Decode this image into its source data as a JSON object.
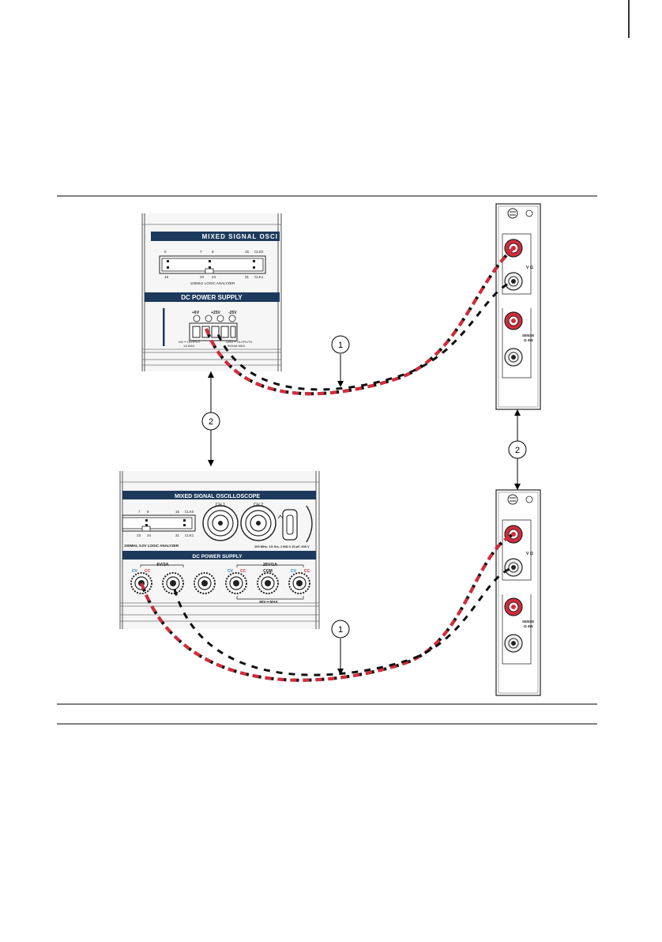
{
  "colors": {
    "navy": "#1d3a5c",
    "wire_red": "#d62b3a",
    "wire_black": "#111111",
    "label_blue": "#2b7fc1",
    "label_red": "#d62b3a",
    "panel_gray": "#f2f2f2"
  },
  "top_device": {
    "banner": "MIXED SIGNAL OSCI",
    "connector_labels": {
      "top_left": "0",
      "top_mid": "7",
      "top_mid2": "8",
      "top_right_num": "15",
      "top_right": "CLK0",
      "bottom_left": "16",
      "bottom_mid": "23",
      "bottom_mid2": "24",
      "bottom_right_num": "31",
      "bottom_right": "CLK1"
    },
    "analyzer_label": "100MHz LOGIC ANALYZER",
    "power_banner": "DC POWER SUPPLY",
    "terminal_labels": [
      "+6V",
      "+25V",
      "-25V"
    ],
    "output_left": [
      "+6V ━ OUTPUT",
      "1A MAX"
    ],
    "output_right": [
      "±25V ━ OUTPUTS",
      "500mA MAX"
    ]
  },
  "bottom_device": {
    "banner": "MIXED SIGNAL OSCILLOSCOPE",
    "channels": [
      "CH 1",
      "CH 2"
    ],
    "connector_labels": {
      "top_mid": "7",
      "top_mid2": "8",
      "top_right_num": "15",
      "top_right": "CLK0",
      "bottom_mid": "23",
      "bottom_mid2": "24",
      "bottom_right_num": "31",
      "bottom_right": "CLK1"
    },
    "analyzer_label": "100MHz, 5.0V LOGIC ANALYZER",
    "scope_spec": "100 MHz, 1G S/s, 1 MΩ ‖ 15 pF, 300 V",
    "power_banner": "DC POWER SUPPLY",
    "group_left": "6V/3A",
    "group_right": "25V/1A",
    "cv_label": "CV",
    "cc_label": "CC",
    "com_label": "COM",
    "bottom_note": "60V ━ MAX"
  },
  "dmm": {
    "v_ohm": "V Ω",
    "sense": [
      "SENSE",
      "Ω 4W"
    ]
  },
  "callouts": [
    "1",
    "2",
    "1",
    "2"
  ]
}
